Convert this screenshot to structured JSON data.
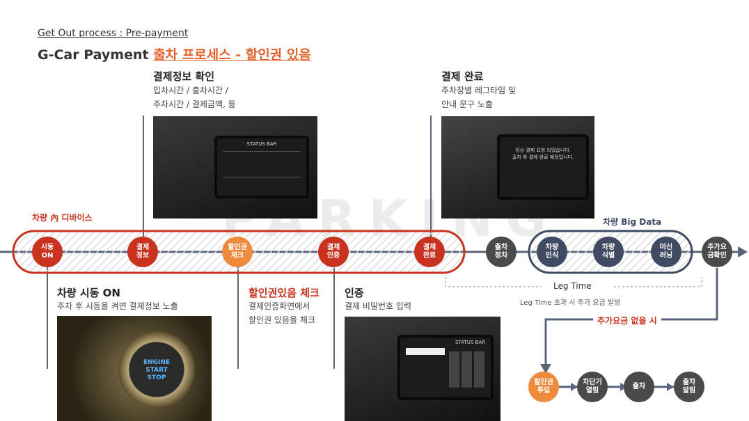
{
  "header": {
    "subtitle": "Get Out process : Pre-payment",
    "title_prefix": "G-Car Payment ",
    "title_accent": "출차 프로세스 - 할인권 있음"
  },
  "watermark": "PARKING",
  "group_labels": {
    "in_vehicle": "차량 內 디바이스",
    "big_data": "차량 Big Data"
  },
  "colors": {
    "red": "#c8321f",
    "orange": "#ee8a3c",
    "navy": "#3f4b62",
    "gray": "#4a4a4a"
  },
  "nodes": {
    "start": "시동\nON",
    "pay_info": "결제\n정보",
    "discount_check": "할인권\n체크",
    "auth": "결제\n인증",
    "complete": "결제\n완료",
    "exit_settle": "출차\n정차",
    "vehicle_recognize": "차량\n인식",
    "vehicle_identify": "차량\n식별",
    "machine_learning": "머신\n러닝",
    "extra_fee_check": "추가요\n금확인",
    "discount_insert": "할인권\n투입",
    "barrier_open": "차단기\n열림",
    "exit": "출차",
    "exit_notify": "출차\n알림"
  },
  "callouts": {
    "pay_info": {
      "title": "결제정보 확인",
      "lines": [
        "입차시간 / 출차시간 /",
        "주차시간 / 결제금액, 등"
      ]
    },
    "complete": {
      "title": "결제 완료",
      "lines": [
        "주차장별 레그타임 및",
        "안내 문구 노출"
      ]
    },
    "start": {
      "title": "차량 시동 ON",
      "lines": [
        "주차 후 시동을 켜면 결제정보 노출"
      ]
    },
    "discount": {
      "title": "할인권있음 체크",
      "lines": [
        "결제인증화면에서",
        "할인권 있음을 체크"
      ]
    },
    "auth": {
      "title": "인증",
      "lines": [
        "결제 비밀번호 입력"
      ]
    }
  },
  "leg_time": {
    "label": "Leg Time",
    "note": "Leg Time 초과 시 추가 요금 발생"
  },
  "branch_label": "추가요금 없을 시",
  "screens": {
    "complete_msg": [
      "정상 결제 요청 되었습니다.",
      "출차 후 결제 완료 예정입니다."
    ],
    "status_bar": "STATUS BAR",
    "engine": [
      "ENGINE",
      "START",
      "STOP"
    ]
  }
}
